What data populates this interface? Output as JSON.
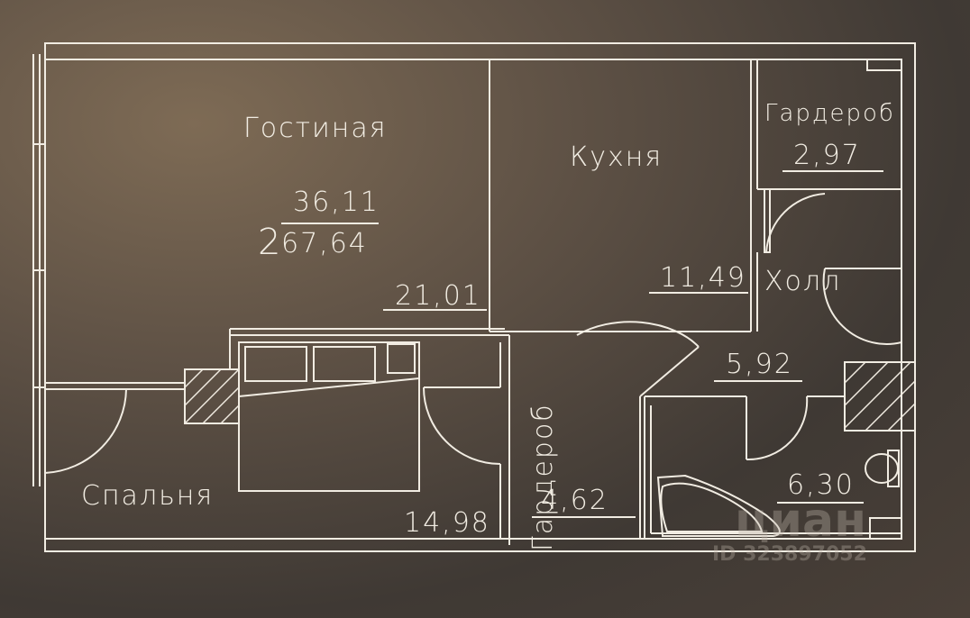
{
  "rooms": {
    "living": {
      "name": "Гостиная",
      "area": "21,01"
    },
    "kitchen": {
      "name": "Кухня",
      "area": "11,49"
    },
    "wardrobe_top": {
      "name": "Гардероб",
      "area": "2,97"
    },
    "hall": {
      "name": "Холл",
      "area": "5,92"
    },
    "bedroom": {
      "name": "Спальня",
      "area": "14,98"
    },
    "wardrobe_mid": {
      "name": "Гардероб",
      "area": "4,62"
    },
    "bathroom": {
      "area": "6,30"
    }
  },
  "apartment": {
    "rooms_count": "2",
    "living_area": "36,11",
    "total_area": "67,64"
  },
  "watermark": {
    "brand": "циан",
    "id": "ID 323897052"
  },
  "colors": {
    "line": "#f1ece2"
  }
}
